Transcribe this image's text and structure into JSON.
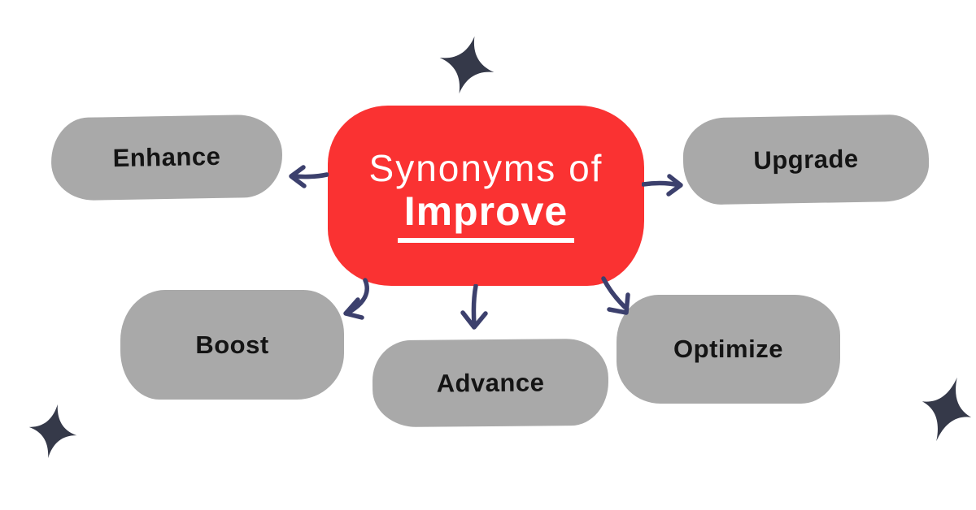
{
  "center": {
    "title_prefix": "Synonyms of",
    "keyword": "Improve"
  },
  "synonyms": [
    {
      "id": "enhance",
      "label": "Enhance"
    },
    {
      "id": "upgrade",
      "label": "Upgrade"
    },
    {
      "id": "boost",
      "label": "Boost"
    },
    {
      "id": "advance",
      "label": "Advance"
    },
    {
      "id": "optimize",
      "label": "Optimize"
    }
  ],
  "icons": {
    "sparkle": "four-pointed-sparkle",
    "arrow_to_enhance": "arrow-pointing-left",
    "arrow_to_upgrade": "arrow-pointing-right",
    "arrow_to_boost": "curved-arrow-down-left",
    "arrow_to_advance": "arrow-pointing-down",
    "arrow_to_optimize": "curved-arrow-down-right"
  },
  "colors": {
    "background": "#FFFFFF",
    "center_bg": "#FA3232",
    "center_text": "#FFFFFF",
    "blob_bg": "#A9A9A9",
    "label_text": "#141414",
    "arrow": "#3C406D",
    "sparkle": "#353949"
  }
}
